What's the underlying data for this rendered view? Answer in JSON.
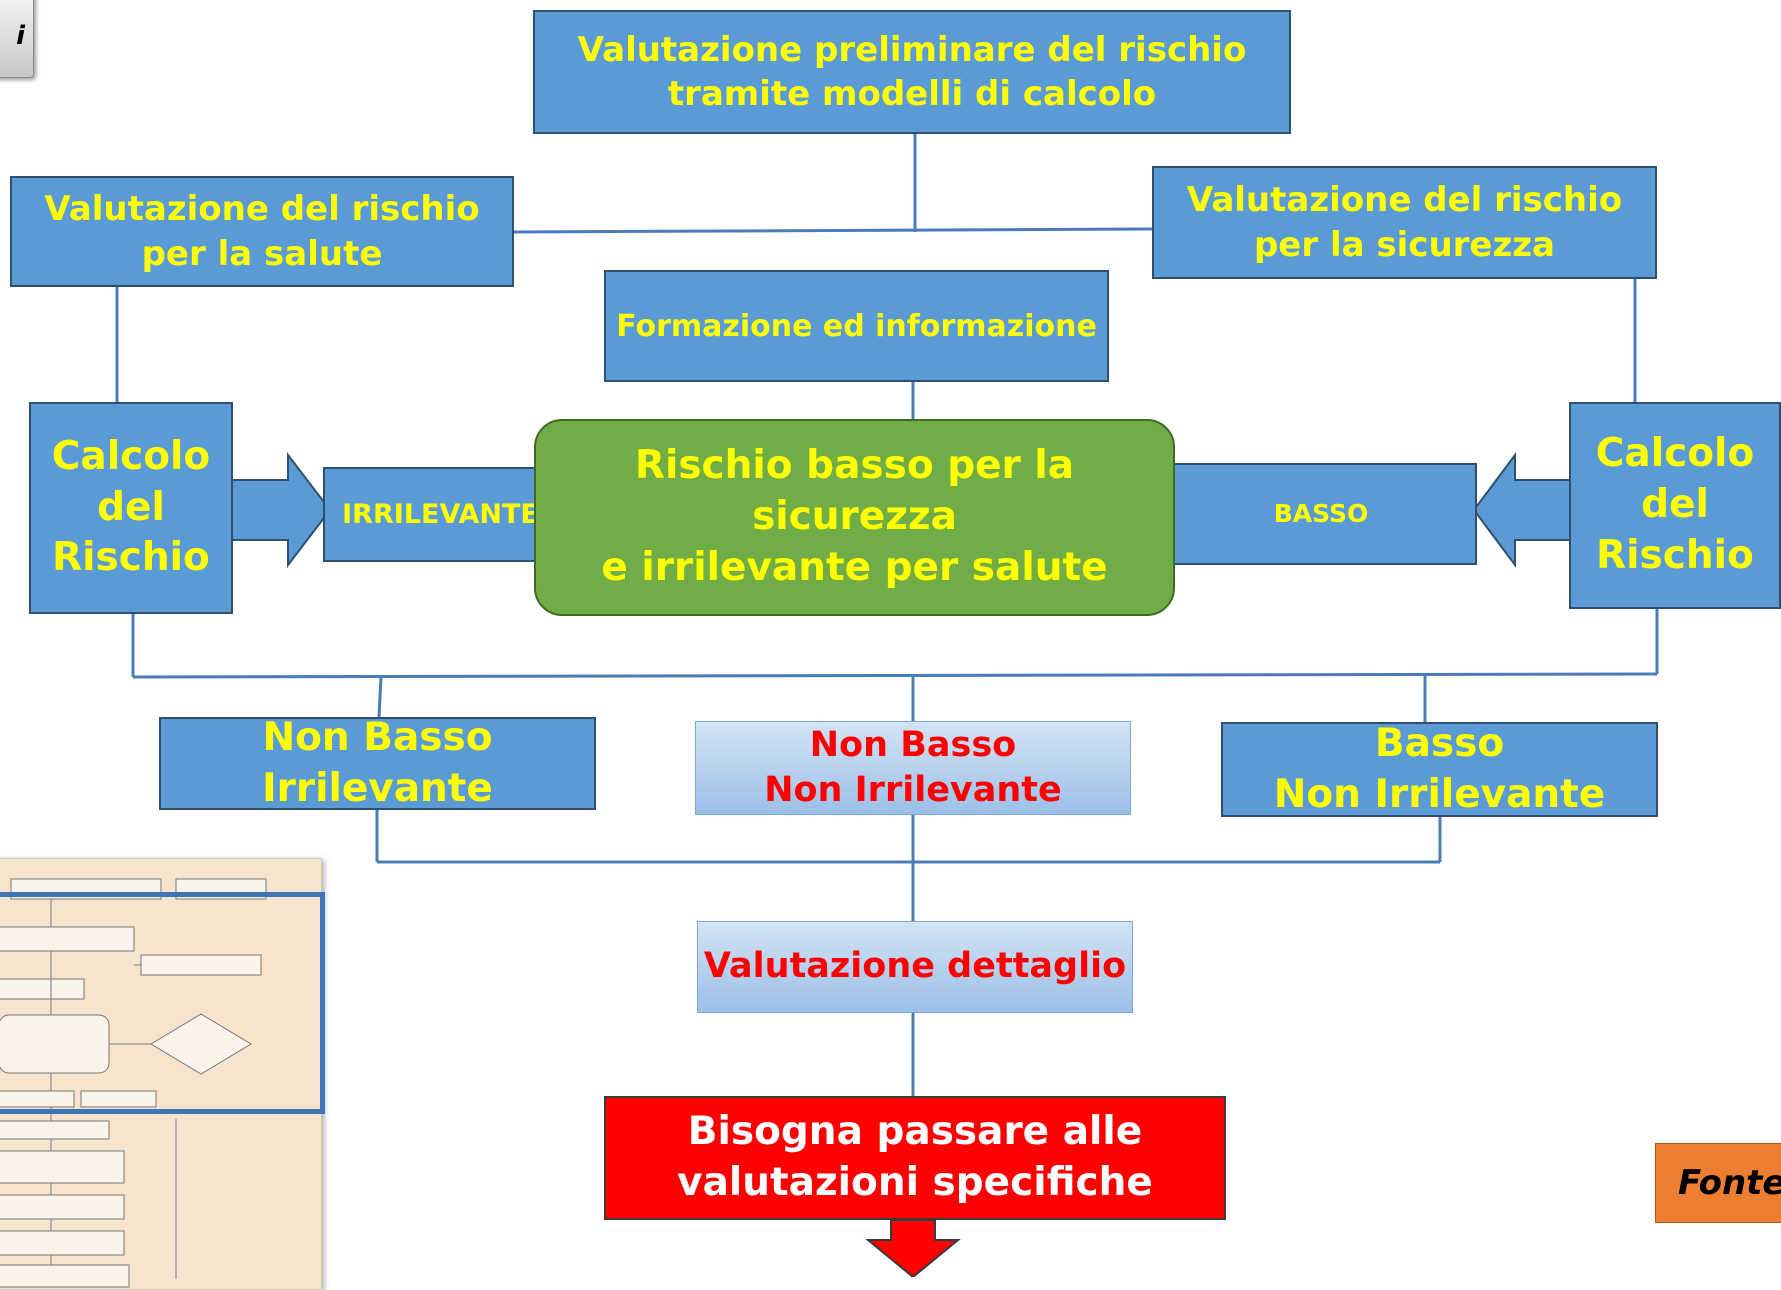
{
  "nodes": {
    "preliminare": "Valutazione  preliminare del rischio\ntramite modelli di calcolo",
    "salute": "Valutazione del rischio\nper la salute",
    "sicurezza": "Valutazione del rischio\nper la sicurezza",
    "formazione": "Formazione ed informazione",
    "calcolo_left": "Calcolo\ndel\nRischio",
    "calcolo_right": "Calcolo\ndel\nRischio",
    "irrilevante": "IRRILEVANTE",
    "basso": "BASSO",
    "centrale": "Rischio basso per la sicurezza\ne irrilevante per salute",
    "nb_irr": "Non Basso\nIrrilevante",
    "nb_nirr": "Non Basso\nNon Irrilevante",
    "b_nirr": "Basso\nNon Irrilevante",
    "dettaglio": "Valutazione dettaglio",
    "specifiche": "Bisogna passare alle\nvalutazioni specifiche"
  },
  "corner_label": "i",
  "source_label": "Fonte",
  "colors": {
    "box_blue": "#5b9bd5",
    "text_yellow": "#ffff00",
    "center_green": "#70ad47",
    "alert_red": "#ff0000",
    "source_orange": "#ed7d31"
  }
}
